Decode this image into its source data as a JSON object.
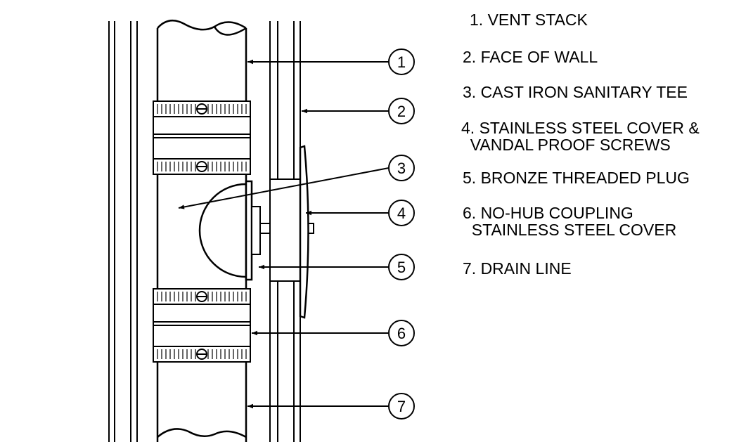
{
  "legend": [
    {
      "num": "1",
      "text": "1. VENT STACK"
    },
    {
      "num": "2",
      "text": "2. FACE OF WALL"
    },
    {
      "num": "3",
      "text": "3. CAST IRON SANITARY TEE"
    },
    {
      "num": "4",
      "text": "4. STAINLESS STEEL COVER &\n  VANDAL PROOF SCREWS"
    },
    {
      "num": "5",
      "text": "5. BRONZE THREADED PLUG"
    },
    {
      "num": "6",
      "text": "6. NO-HUB COUPLING\n  STAINLESS STEEL COVER"
    },
    {
      "num": "7",
      "text": "7. DRAIN LINE"
    }
  ],
  "callouts": [
    "1",
    "2",
    "3",
    "4",
    "5",
    "6",
    "7"
  ],
  "colors": {
    "line": "#000000",
    "background": "#ffffff"
  }
}
